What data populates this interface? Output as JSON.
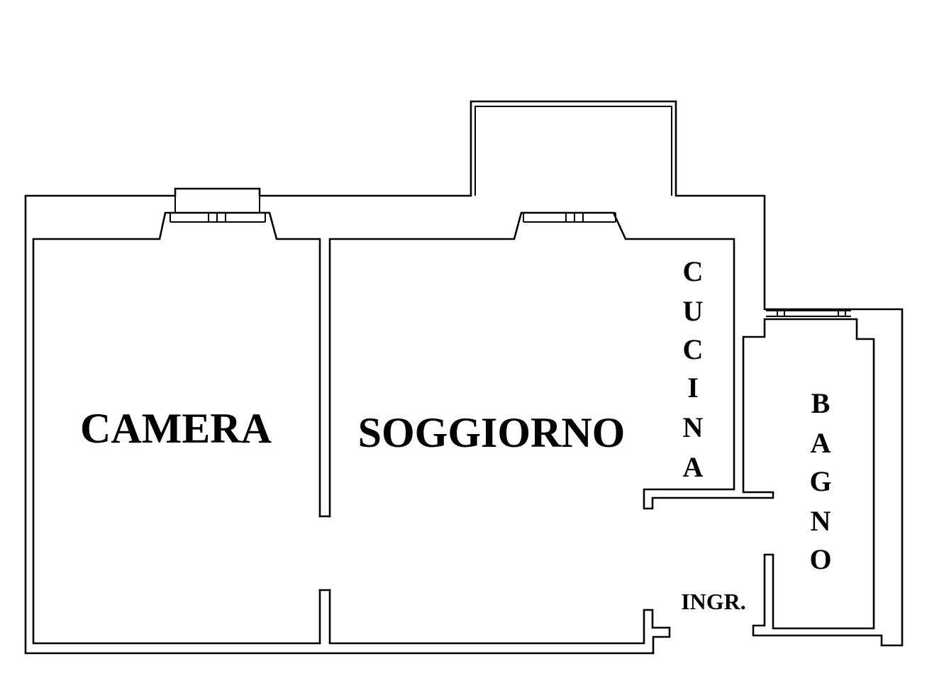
{
  "rooms": {
    "camera": "CAMERA",
    "soggiorno": "SOGGIORNO",
    "cucina": [
      "C",
      "U",
      "C",
      "I",
      "N",
      "A"
    ],
    "bagno": [
      "B",
      "A",
      "G",
      "N",
      "O"
    ],
    "ingresso": "INGR."
  }
}
